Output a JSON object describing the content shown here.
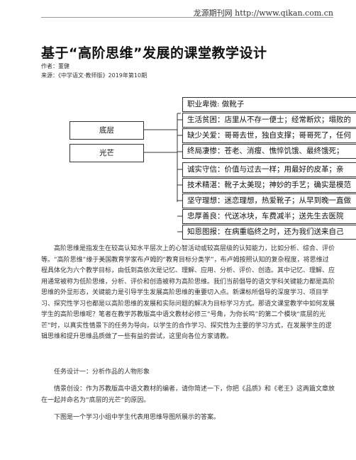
{
  "header": {
    "site": "龙源期刊网 http://www.qikan.com.cn"
  },
  "article": {
    "title": "基于“高阶思维”发展的课堂教学设计",
    "author": "作者：董健",
    "source": "来源：《中学语文·教师版》2019年第10期"
  },
  "diagram": {
    "top": "职业卑微:                      做靴子",
    "branches": [
      "底层",
      "光芒"
    ],
    "leaves_dark": [
      "生活贫困：店里从不存一便士；经常断炊；塌败的",
      "缺少关爱：哥哥去世，独自支撑；哥哥死了，任何",
      "终局凄惨：苍老、消瘦、憔悴饥饿、最终饿死；"
    ],
    "leaves_light": [
      "诚实守信：价值与过去一样；用最好的皮革；亲",
      "技术精湛：靴子太美现；神妙的手艺；确实是模范",
      "坚守理想：迷恋理想，热爱靴子；从早到晚一直做",
      "忠厚善良：代送冰块，车费减半；送先生去医院",
      "知恩图报：在病重临终之时，还为我们送来自己"
    ]
  },
  "body": {
    "p1": "高阶思维是指发生在较高认知水平层次上的心智活动或较高层级的认知能力，比如分析、综合、评价等。“高阶思维”缘于美国教育学家布卢姆的“教育目标分类学”，布卢姆按照认知的复杂程度，将思维过程具体化为六个教学目标，由低到高依次是记忆、理解、应用、分析、评价、创造。其中记忆、理解、应用通常被称为低阶思维，分析、评价和创造被称为高阶思维。我们当前倡导的语文学科关键能力都是高阶思维的外显形态，关键能力是引导学生发展高阶思维的重要切入点。新课标所倡导的深度学习、项目学习、探究性学习也都是以高阶思维的发展和实际问题的解决为目标学习方式。那语文课堂教学中如何发展学生的高阶思维呢？笔者在教学苏教版高中语文教材必修三“号角，为你长鸣”的第二个模块“底层的光芒”时，以真实性情景下的任务为导向，以学生的合作学习、探究性为主要的学习方式，在发展学生的逻辑思维和提升思维品质做了一些有益的尝试，这里向各位方家请教。",
    "p2": "任务设计一：分析作品的人物形象",
    "p3": "情景创设：作为苏教版高中语文教材的编者，请你简述一下，你把《品质》和《老王》这两篇文章放在一起并命名为“底层的光芒”的原因。",
    "p4": "下图是一个学习小组中学生代表用思维导图所展示的答案。"
  }
}
